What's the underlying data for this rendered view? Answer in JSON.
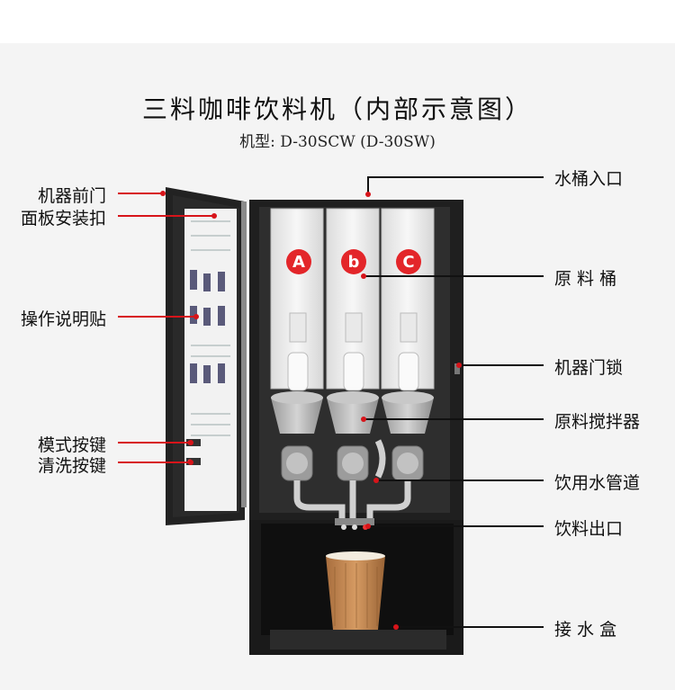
{
  "title": "三料咖啡饮料机（内部示意图）",
  "subtitle": "机型: D-30SCW (D-30SW)",
  "canisters": [
    "A",
    "b",
    "C"
  ],
  "labels_left": {
    "front_door": "机器前门",
    "panel_buckle": "面板安装扣",
    "instruction_sticker": "操作说明贴",
    "mode_key": "模式按键",
    "clean_key": "清洗按键"
  },
  "labels_right": {
    "water_inlet": "水桶入口",
    "ingredient_bucket": "原 料 桶",
    "door_lock": "机器门锁",
    "mixer": "原料搅拌器",
    "water_pipe": "饮用水管道",
    "outlet": "饮料出口",
    "drip_tray": "接 水 盒"
  },
  "colors": {
    "leader_line": "#d7141a",
    "canister_badge": "#e3262a",
    "cabinet": "#1c1c1c",
    "cup": "#c48a56"
  }
}
